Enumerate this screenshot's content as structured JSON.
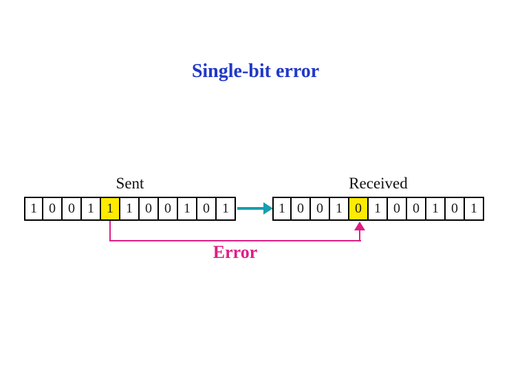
{
  "title": "Single-bit error",
  "sent": {
    "label": "Sent",
    "bits": [
      "1",
      "0",
      "0",
      "1",
      "1",
      "1",
      "0",
      "0",
      "1",
      "0",
      "1"
    ],
    "error_index": 4
  },
  "received": {
    "label": "Received",
    "bits": [
      "1",
      "0",
      "0",
      "1",
      "0",
      "1",
      "0",
      "0",
      "1",
      "0",
      "1"
    ],
    "error_index": 4
  },
  "error_label": "Error",
  "icons": {
    "transmission_arrow": "right-arrow-icon",
    "error_pointer": "up-arrow-icon"
  },
  "colors": {
    "title_blue": "#2139c7",
    "arrow_teal": "#169fb1",
    "error_magenta": "#df1d85",
    "highlight_yellow": "#ffeb00",
    "cell_border": "#000000",
    "background": "#ffffff"
  }
}
